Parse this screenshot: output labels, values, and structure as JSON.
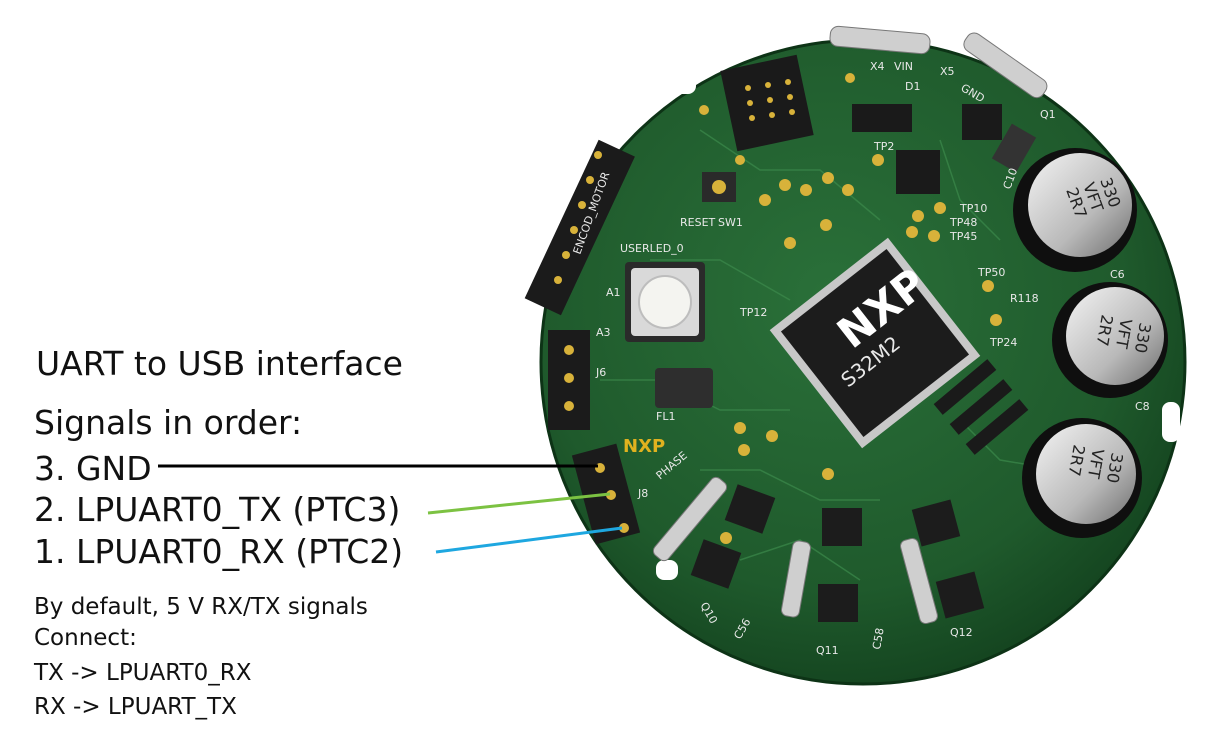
{
  "interface_title": "UART to USB interface",
  "signals_title": "Signals in order:",
  "pins": [
    {
      "label": "3. GND",
      "color": "#000000"
    },
    {
      "label": "2. LPUART0_TX (PTC3)",
      "color": "#7cc242"
    },
    {
      "label": "1.  LPUART0_RX (PTC2)",
      "color": "#1ea7e0"
    }
  ],
  "notes": [
    "By default, 5 V RX/TX signals",
    "Connect:",
    "TX -> LPUART0_RX",
    "RX -> LPUART_TX"
  ],
  "board": {
    "chip_brand": "NXP",
    "chip_part": "S32M2",
    "small_logo": "NXP",
    "capacitor_text": [
      "330",
      "VFT",
      "2R7"
    ],
    "silkscreen": [
      "ENCOD_MOTOR",
      "RESET",
      "SW1",
      "USERLED_0",
      "J6",
      "J8",
      "PHASE",
      "VIN",
      "GND",
      "X4",
      "X5",
      "D1",
      "Q1",
      "C6",
      "C8",
      "C10",
      "TP2",
      "TP10",
      "TP12",
      "TP24",
      "TP45",
      "TP48",
      "TP50",
      "R118",
      "FL1",
      "A1",
      "A3",
      "C56",
      "C58",
      "Q10",
      "Q11",
      "Q12"
    ]
  },
  "colors": {
    "board_green": "#1f5a2c",
    "board_dark": "#0f3a1a",
    "gold": "#d8b23a"
  }
}
